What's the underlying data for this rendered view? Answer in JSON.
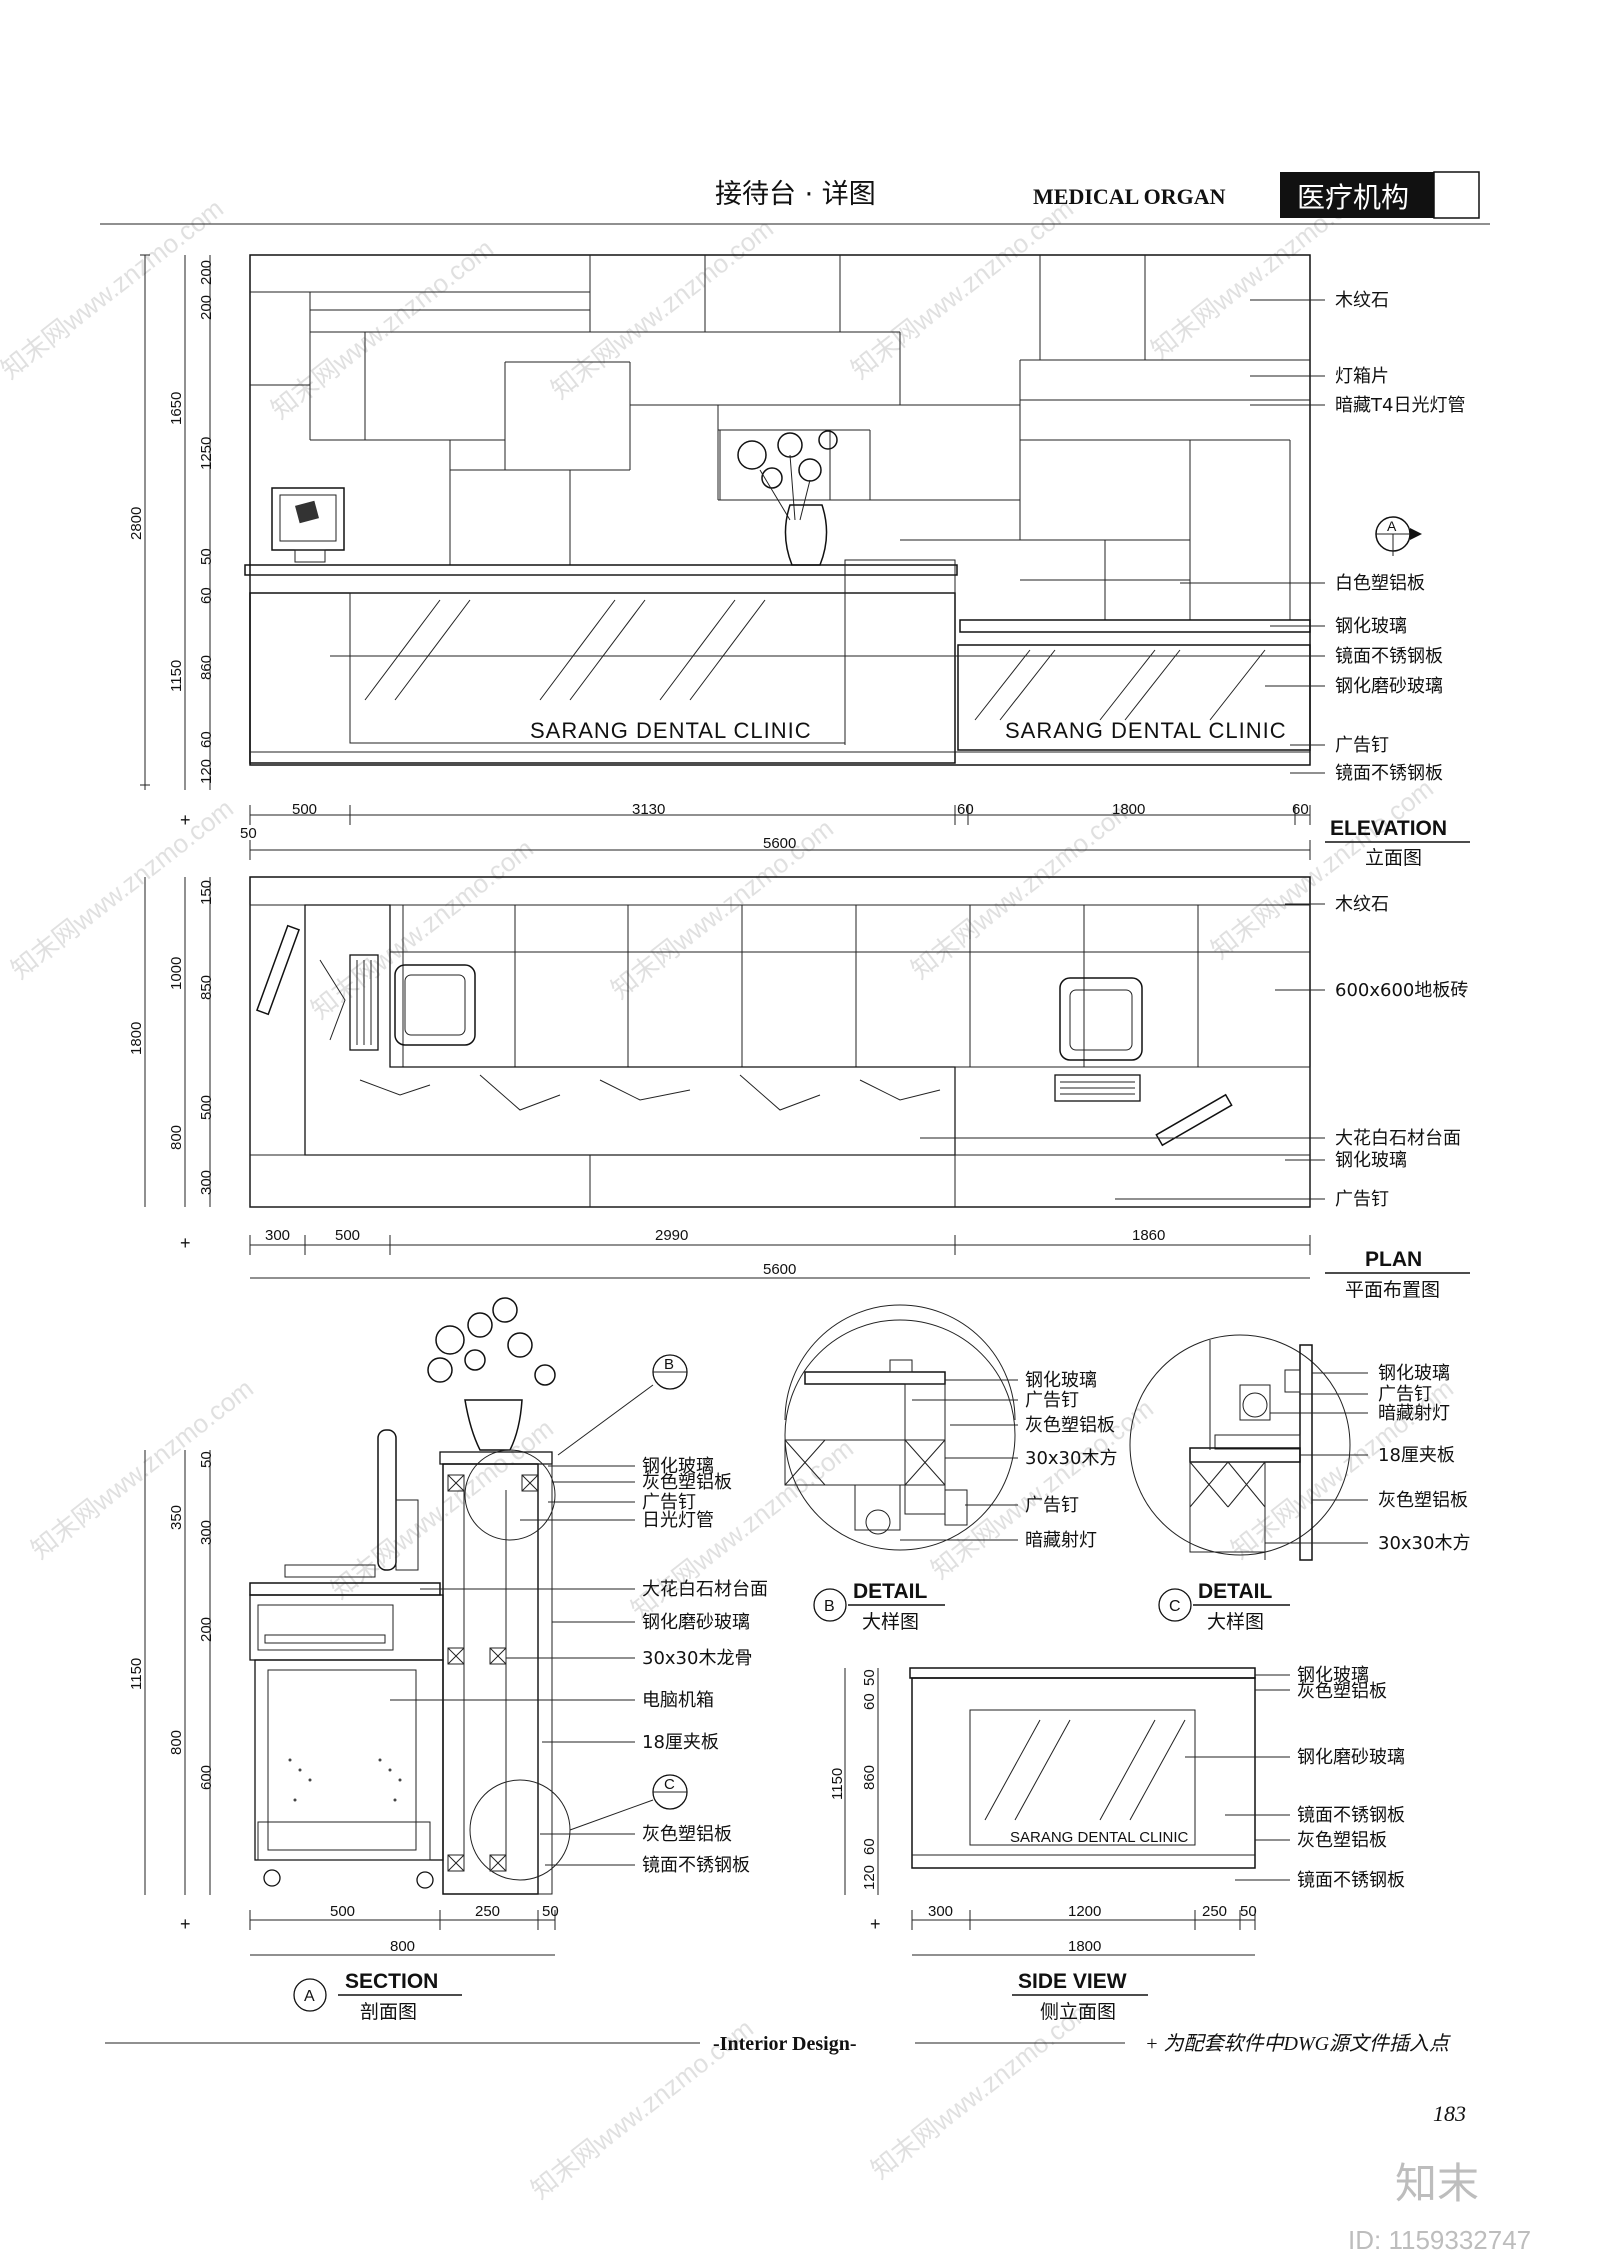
{
  "header": {
    "title": "接待台 · 详图",
    "category_en": "MEDICAL ORGAN",
    "category_cn": "医疗机构"
  },
  "elevation": {
    "title_en": "ELEVATION",
    "title_cn": "立面图",
    "clinic_sign": "SARANG DENTAL CLINIC",
    "labels": [
      "木纹石",
      "灯箱片",
      "暗藏T4日光灯管",
      "白色塑铝板",
      "钢化玻璃",
      "镜面不锈钢板",
      "钢化磨砂玻璃",
      "广告钉",
      "镜面不锈钢板"
    ],
    "dims_left_outer": [
      "2800"
    ],
    "dims_left_inner": [
      "200",
      "200",
      "1650",
      "1250",
      "50",
      "60",
      "1150",
      "860",
      "60",
      "120"
    ],
    "dims_bottom_row1": [
      "500",
      "3130",
      "60",
      "1800",
      "60"
    ],
    "dims_bottom_small": "50",
    "dims_bottom_total": "5600",
    "section_marker": "A"
  },
  "plan": {
    "title_en": "PLAN",
    "title_cn": "平面布置图",
    "labels": [
      "木纹石",
      "600x600地板砖",
      "大花白石材台面",
      "钢化玻璃",
      "广告钉"
    ],
    "dims_left_outer": [
      "1800"
    ],
    "dims_left_inner": [
      "150",
      "1000",
      "850",
      "800",
      "500",
      "300"
    ],
    "dims_bottom_row1": [
      "300",
      "500",
      "2990",
      "1860"
    ],
    "dims_bottom_total": "5600"
  },
  "section": {
    "title_en": "SECTION",
    "title_cn": "剖面图",
    "marker": "A",
    "labels": [
      "钢化玻璃",
      "灰色塑铝板",
      "广告钉",
      "日光灯管",
      "大花白石材台面",
      "钢化磨砂玻璃",
      "30x30木龙骨",
      "电脑机箱",
      "18厘夹板",
      "灰色塑铝板",
      "镜面不锈钢板"
    ],
    "dims_left_outer": [
      "1150"
    ],
    "dims_left_inner": [
      "50",
      "350",
      "300",
      "200",
      "800",
      "600"
    ],
    "dims_bottom_row1": [
      "500",
      "250",
      "50"
    ],
    "dims_bottom_total": "800",
    "callout_b": "B",
    "callout_c": "C"
  },
  "detail_b": {
    "title_en": "DETAIL",
    "title_cn": "大样图",
    "marker": "B",
    "labels": [
      "钢化玻璃",
      "广告钉",
      "灰色塑铝板",
      "30x30木方",
      "广告钉",
      "暗藏射灯"
    ]
  },
  "detail_c": {
    "title_en": "DETAIL",
    "title_cn": "大样图",
    "marker": "C",
    "labels": [
      "钢化玻璃",
      "广告钉",
      "暗藏射灯",
      "18厘夹板",
      "灰色塑铝板",
      "30x30木方"
    ]
  },
  "side_view": {
    "title_en": "SIDE VIEW",
    "title_cn": "侧立面图",
    "clinic_sign": "SARANG DENTAL CLINIC",
    "labels": [
      "钢化玻璃",
      "灰色塑铝板",
      "钢化磨砂玻璃",
      "镜面不锈钢板",
      "灰色塑铝板",
      "镜面不锈钢板"
    ],
    "dims_left_outer": [
      "1150"
    ],
    "dims_left_inner": [
      "50",
      "60",
      "860",
      "60",
      "120"
    ],
    "dims_bottom_row1": [
      "300",
      "1200",
      "250",
      "50"
    ],
    "dims_bottom_total": "1800"
  },
  "footer": {
    "center": "-Interior Design-",
    "note": "+ 为配套软件中DWG源文件插入点",
    "page_number": "183"
  },
  "brand": {
    "logo_text": "知末",
    "id_text": "ID: 1159332747",
    "watermark": "知末网www.znzmo.com"
  },
  "colors": {
    "ink": "#111111",
    "header_box": "#111111",
    "header_box_text": "#ffffff",
    "watermark": "#c8c8c8",
    "brand": "#bdbdbd"
  }
}
